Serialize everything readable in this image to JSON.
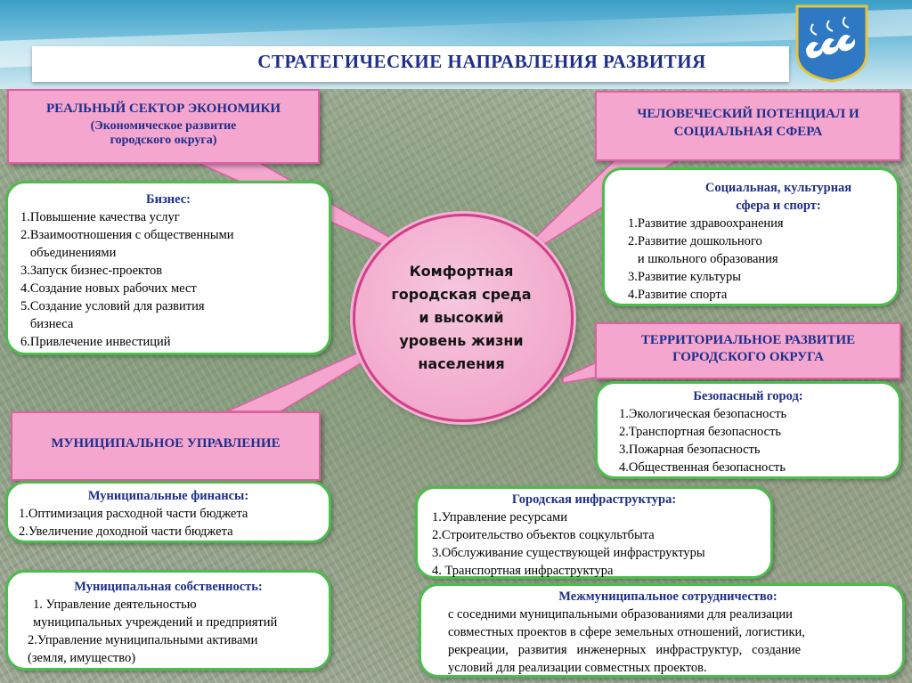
{
  "title": "СТРАТЕГИЧЕСКИЕ НАПРАВЛЕНИЯ РАЗВИТИЯ",
  "center": {
    "lines": [
      "Комфортная",
      "городская среда",
      "и высокий",
      "уровень жизни",
      "населения"
    ]
  },
  "real_sector": {
    "title": "РЕАЛЬНЫЙ СЕКТОР ЭКОНОМИКИ",
    "subtitle_lines": [
      "(Экономическое развитие",
      "городского округа)"
    ]
  },
  "business": {
    "heading": "Бизнес:",
    "items": [
      "1.Повышение качества услуг",
      "2.Взаимоотношения с общественными",
      "   объединениями",
      "3.Запуск бизнес-проектов",
      "4.Создание новых рабочих мест",
      "5.Создание условий для развития",
      "   бизнеса",
      "6.Привлечение инвестиций"
    ]
  },
  "human": {
    "title_lines": [
      "ЧЕЛОВЕЧЕСКИЙ ПОТЕНЦИАЛ И",
      "СОЦИАЛЬНАЯ СФЕРА"
    ]
  },
  "social": {
    "heading_lines": [
      "Социальная, культурная",
      "сфера и спорт:"
    ],
    "items": [
      "1.Развитие здравоохранения",
      "2.Развитие дошкольного",
      "   и школьного образования",
      "3.Развитие культуры",
      "4.Развитие спорта"
    ]
  },
  "territorial": {
    "title_lines": [
      "ТЕРРИТОРИАЛЬНОЕ РАЗВИТИЕ",
      "ГОРОДСКОГО ОКРУГА"
    ]
  },
  "safe_city": {
    "heading": "Безопасный город:",
    "items": [
      "1.Экологическая безопасность",
      "2.Транспортная безопасность",
      "3.Пожарная безопасность",
      "4.Общественная безопасность"
    ]
  },
  "infrastructure": {
    "heading": "Городская инфраструктура:",
    "items": [
      "1.Управление ресурсами",
      "2.Строительство объектов соцкультбыта",
      "3.Обслуживание существующей инфраструктуры",
      "4. Транспортная инфраструктура"
    ]
  },
  "intermunicipal": {
    "heading": "Межмуниципальное сотрудничество:",
    "lines": [
      "с соседними муниципальными образованиями для реализации",
      "совместных проектов в сфере земельных отношений, логистики,",
      "рекреации,   развития   инженерных   инфраструктур,   создание",
      "условий для реализации совместных проектов."
    ]
  },
  "municipal": {
    "title": "МУНИЦИПАЛЬНОЕ УПРАВЛЕНИЕ"
  },
  "finances": {
    "heading": "Муниципальные финансы:",
    "items": [
      "1.Оптимизация расходной части бюджета",
      "2.Увеличение доходной части бюджета"
    ]
  },
  "property": {
    "heading": "Муниципальная собственность:",
    "items": [
      "1. Управление деятельностью",
      "муниципальных учреждений и предприятий",
      "2.Управление муниципальными активами",
      "(земля, имущество)"
    ]
  },
  "colors": {
    "pink_fill": "#f4a6cf",
    "pink_border": "#e05fa5",
    "green_border": "#4bbd4b",
    "heading_blue": "#1d2f8a"
  },
  "crest_icon": "swans-coat-of-arms-icon"
}
